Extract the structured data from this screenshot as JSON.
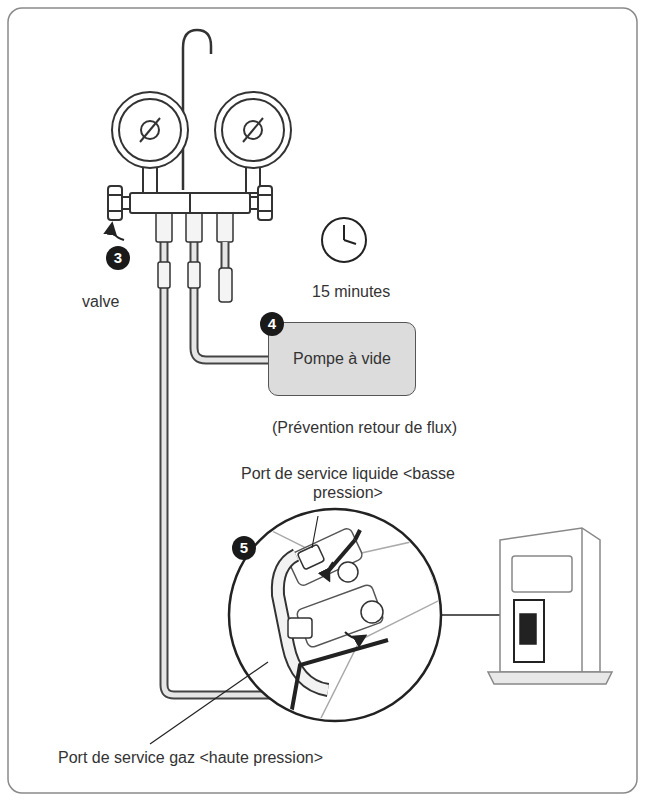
{
  "diagram": {
    "nodes": [
      {
        "text": [
          "Pompe à vide"
        ]
      }
    ],
    "labels": [
      "3",
      "valve",
      "15 minutes",
      "4",
      "(Prévention retour de flux)",
      "Port de service liquide <basse pression>",
      "5",
      "Port de service gaz <haute pression>"
    ]
  }
}
